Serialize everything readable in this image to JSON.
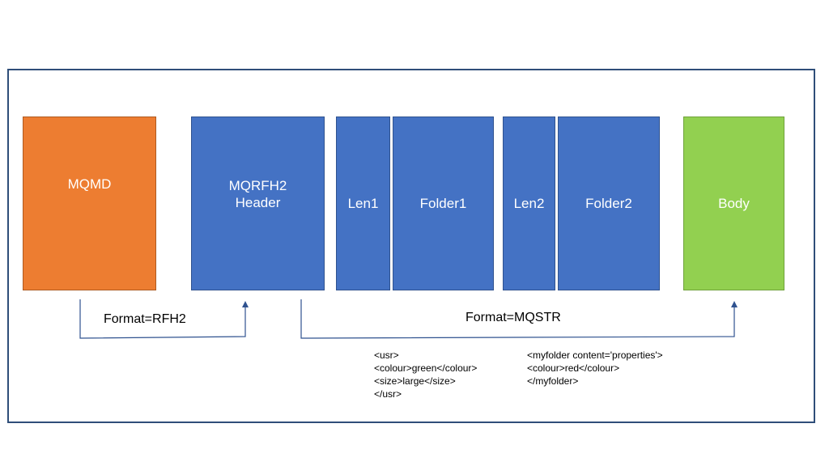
{
  "blocks": {
    "mqmd": "MQMD",
    "mqrfh2": "MQRFH2\nHeader",
    "len1": "Len1",
    "folder1": "Folder1",
    "len2": "Len2",
    "folder2": "Folder2",
    "body": "Body"
  },
  "labels": {
    "format_rfh2": "Format=RFH2",
    "format_mqstr": "Format=MQSTR"
  },
  "code": {
    "usr": "<usr>\n<colour>green</colour>\n<size>large</size>\n</usr>",
    "myfolder": "<myfolder content='properties'>\n<colour>red</colour>\n</myfolder>"
  },
  "colors": {
    "mqmd": "#ed7d31",
    "header_blocks": "#4472c4",
    "body": "#92d050",
    "frame": "#2f4e79",
    "connector": "#2f528f"
  }
}
